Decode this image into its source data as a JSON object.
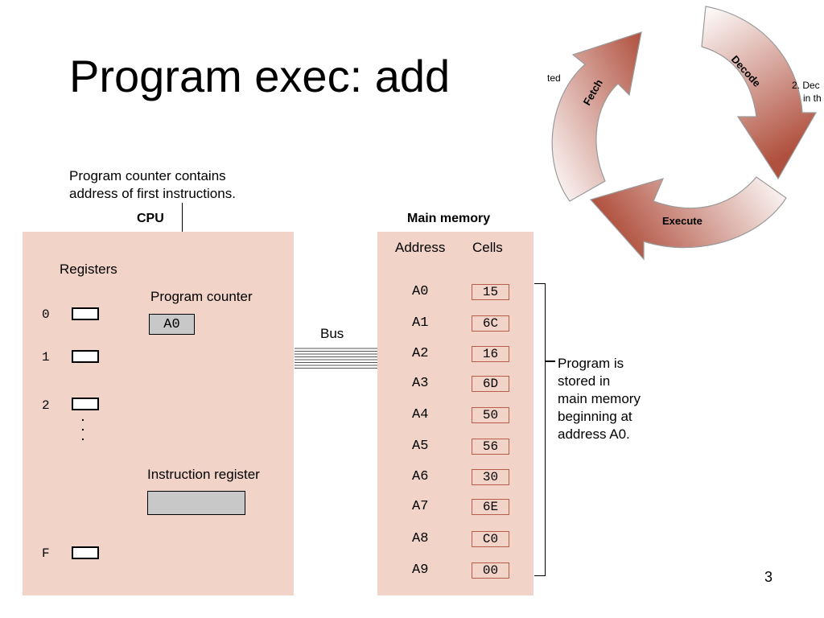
{
  "title": "Program exec: add",
  "slide_number": "3",
  "annotation_pc": "Program counter contains\naddress of first instructions.",
  "cpu": {
    "label": "CPU",
    "registers_label": "Registers",
    "registers": [
      {
        "index": "0"
      },
      {
        "index": "1"
      },
      {
        "index": "2"
      },
      {
        "index": "F"
      }
    ],
    "ellipsis": ".\n.\n.",
    "program_counter_label": "Program counter",
    "program_counter_value": "A0",
    "instruction_register_label": "Instruction register"
  },
  "bus_label": "Bus",
  "memory": {
    "label": "Main memory",
    "address_header": "Address",
    "cells_header": "Cells",
    "rows": [
      {
        "address": "A0",
        "cell": "15"
      },
      {
        "address": "A1",
        "cell": "6C"
      },
      {
        "address": "A2",
        "cell": "16"
      },
      {
        "address": "A3",
        "cell": "6D"
      },
      {
        "address": "A4",
        "cell": "50"
      },
      {
        "address": "A5",
        "cell": "56"
      },
      {
        "address": "A6",
        "cell": "30"
      },
      {
        "address": "A7",
        "cell": "6E"
      },
      {
        "address": "A8",
        "cell": "C0"
      },
      {
        "address": "A9",
        "cell": "00"
      }
    ]
  },
  "program_note": "Program is\nstored in\nmain memory\nbeginning at\naddress A0.",
  "cycle": {
    "fetch": "Fetch",
    "decode": "Decode",
    "execute": "Execute",
    "left_text": "ted",
    "right_text_1": "2. Dec",
    "right_text_2": "in th"
  },
  "colors": {
    "panel": "#f2d3c7",
    "arrow_dark": "#b0503e",
    "arrow_light": "#ffffff"
  }
}
